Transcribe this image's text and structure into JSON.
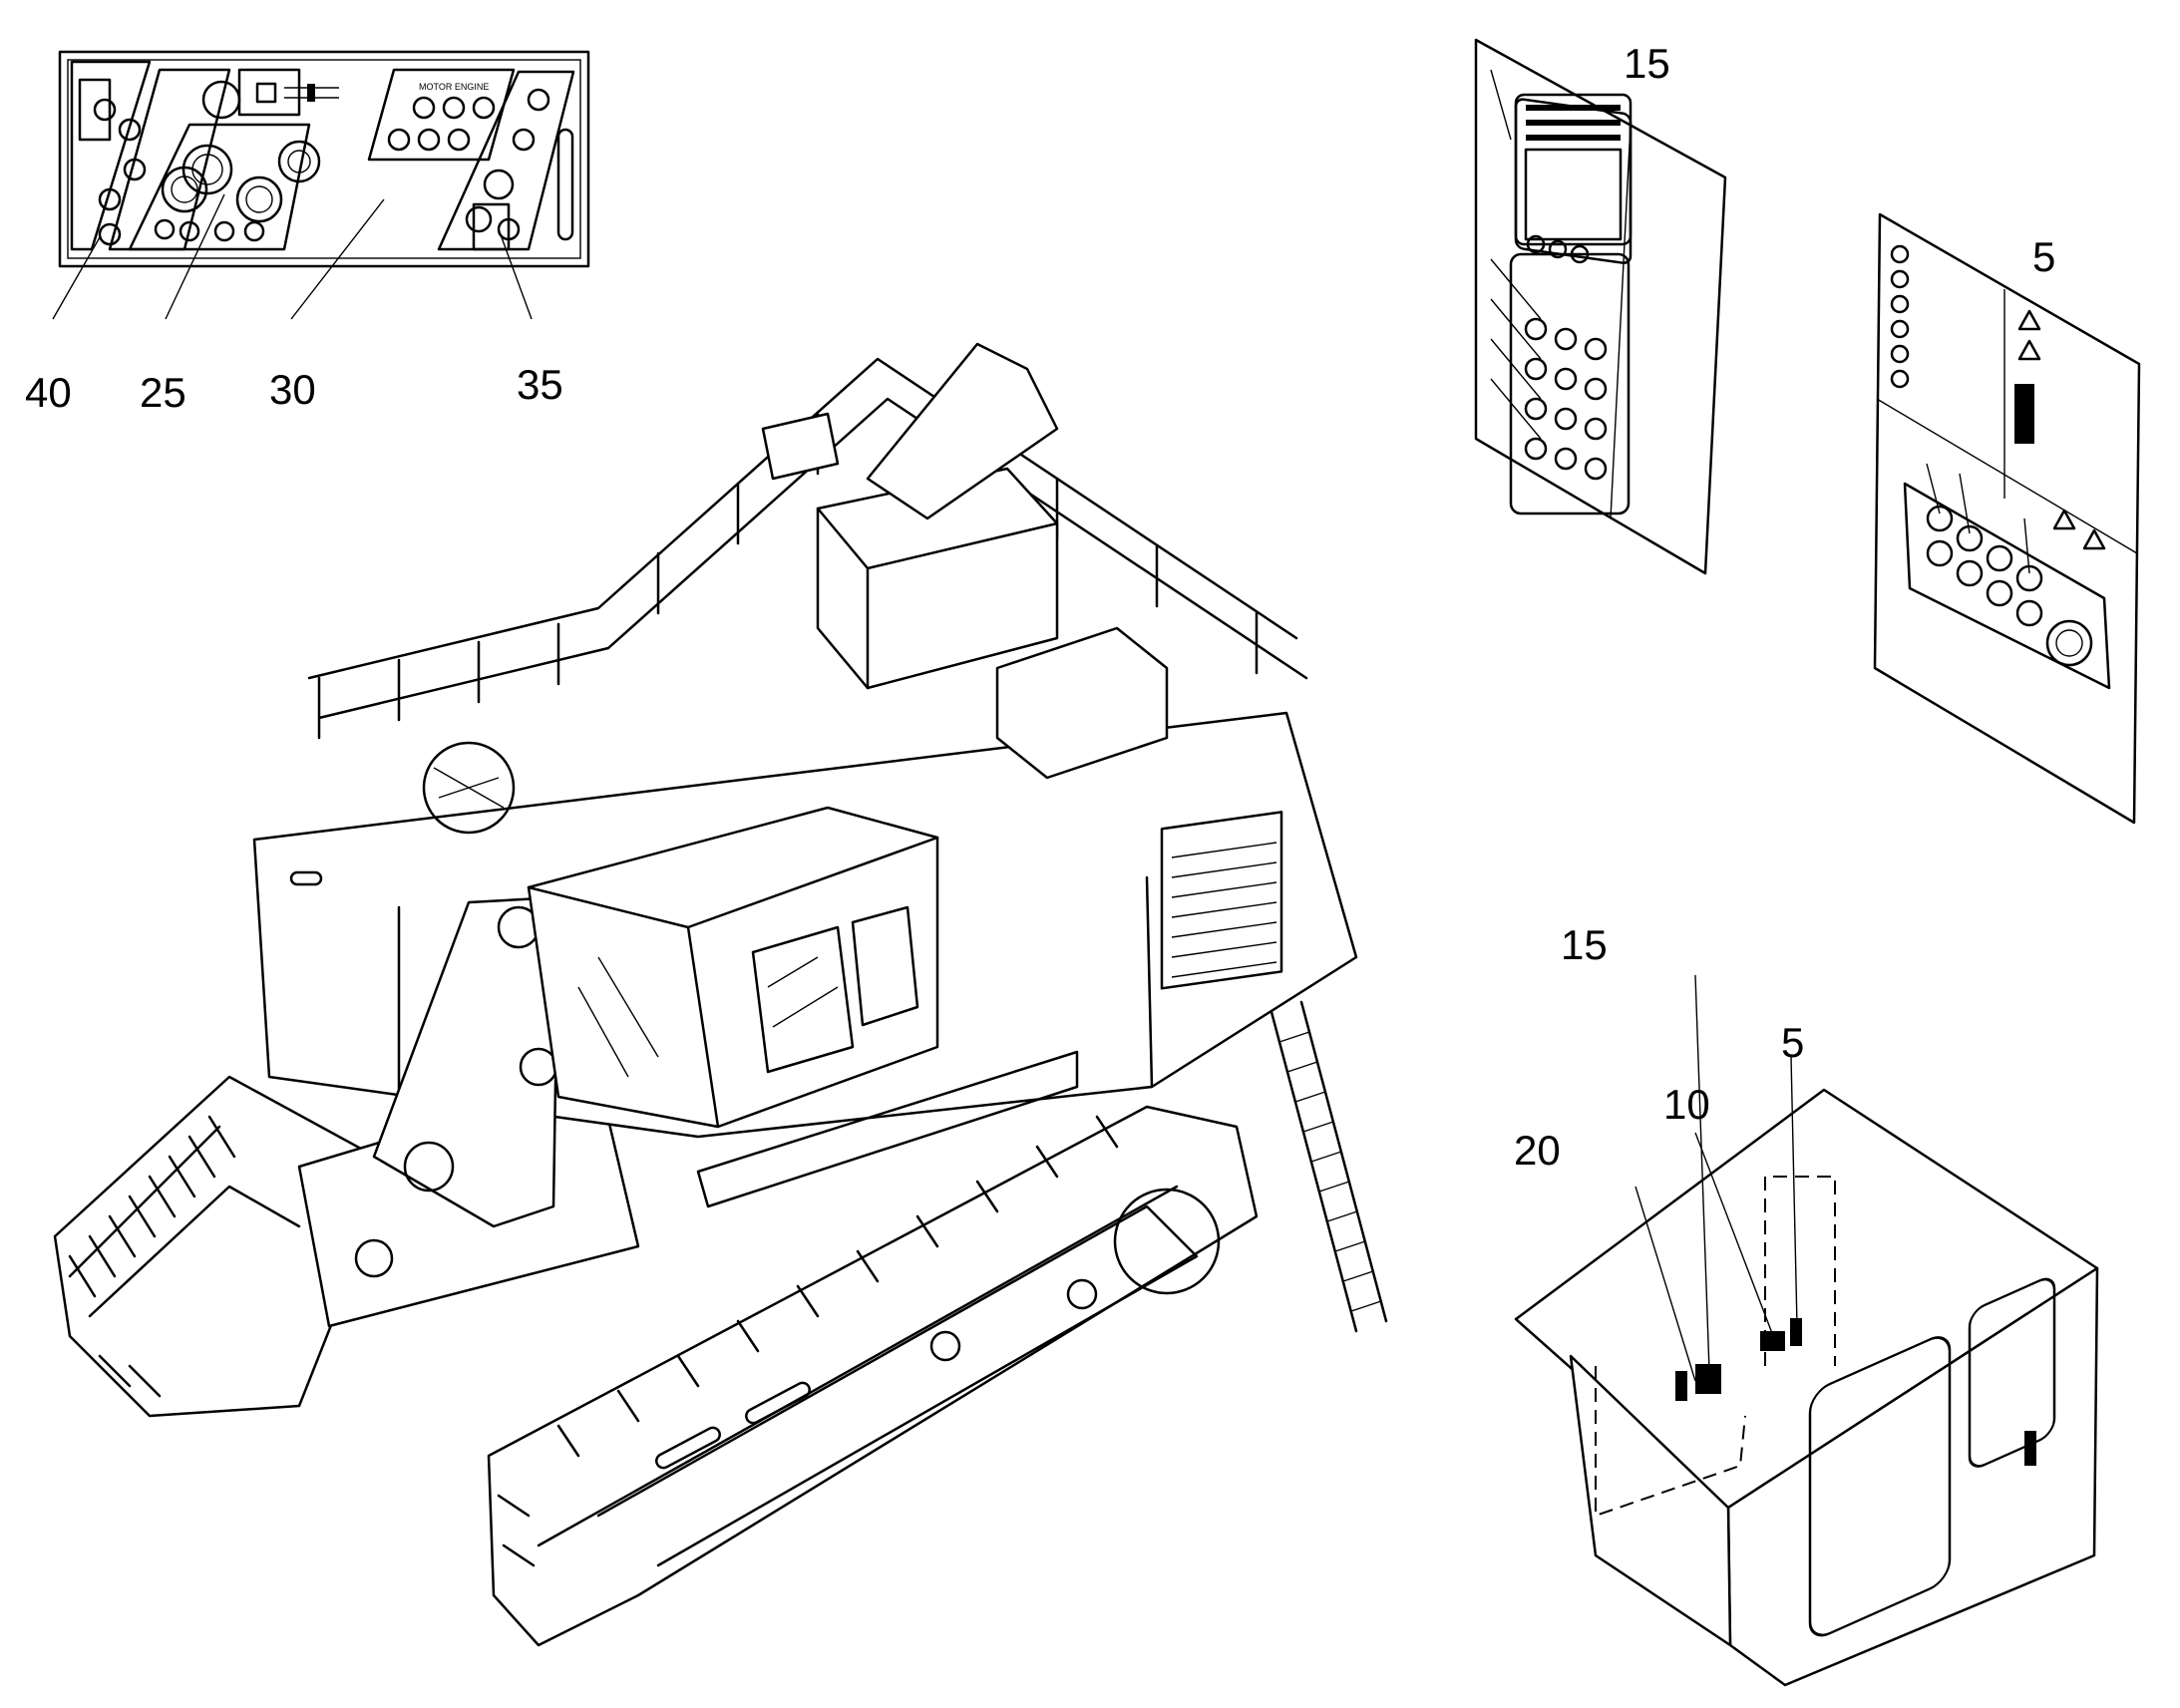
{
  "diagram": {
    "callouts": {
      "panel_40": "40",
      "panel_25": "25",
      "panel_30": "30",
      "panel_35": "35",
      "sheet_15": "15",
      "sheet_5": "5",
      "cab_15": "15",
      "cab_5": "5",
      "cab_10": "10",
      "cab_20": "20"
    },
    "panel_sign_text": "MOTOR ENGINE"
  },
  "colors": {
    "line": "#000000",
    "background": "#ffffff"
  }
}
